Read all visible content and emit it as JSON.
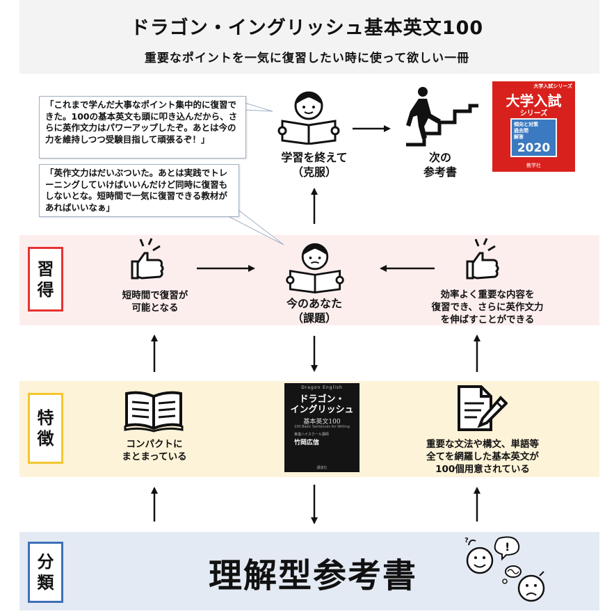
{
  "header": {
    "title": "ドラゴン・イングリッシュ基本英文100",
    "subtitle": "重要なポイントを一気に復習したい時に使って欲しい一冊"
  },
  "bubbles": {
    "top": "「これまで学んだ大事なポイント集中的に復習できた。100の基本英文も頭に叩き込んだから、さらに英作文力はパワーアップしたぞ。あとは今の力を維持しつつ受験目指して頑張るぞ！」",
    "middle": "「英作文力はだいぶついた。あとは実践でトレーニングしていけばいいんだけど同時に復習もしないとな。短時間で一気に復習できる教材があればいいなぁ」"
  },
  "top_row": {
    "goal_label": [
      "学習を終えて",
      "（克服）"
    ],
    "next_label": [
      "次の",
      "参考書"
    ],
    "red_book": {
      "series_top": "大学入試シリーズ",
      "title": "大学入試",
      "series": "シリーズ",
      "sub": [
        "傾向と対策",
        "過去問",
        "解答"
      ],
      "year": "2020",
      "publisher": "教学社"
    }
  },
  "sections": {
    "shutoku": {
      "tag": [
        "習",
        "得"
      ],
      "left": [
        "短時間で復習が",
        "可能となる"
      ],
      "center": [
        "今のあなた",
        "（課題）"
      ],
      "right": [
        "効率よく重要な内容を",
        "復習でき、さらに英作文力",
        "を伸ばすことができる"
      ]
    },
    "tokucho": {
      "tag": [
        "特",
        "徴"
      ],
      "left": [
        "コンパクトに",
        "まとまっている"
      ],
      "right": [
        "重要な文法や構文、単語等",
        "全てを網羅した基本英文が",
        "100個用意されている"
      ],
      "black_book": {
        "series": "Dragon English",
        "title": [
          "ドラゴン・",
          "イングリッシュ"
        ],
        "subtitle": "基本英文100",
        "en": "100 Basic Sentences for Writing",
        "author_note": "東進ハイスクール講師",
        "author": "竹岡広信",
        "publisher": "講談社"
      }
    },
    "bunrui": {
      "tag": [
        "分",
        "類"
      ],
      "main": "理解型参考書"
    }
  },
  "colors": {
    "shutoku_band": "#fdeeee",
    "tokucho_band": "#fdf3d8",
    "bunrui_band": "#e4eaf3",
    "tag_red": "#e63232",
    "tag_yellow": "#f3c630",
    "tag_blue": "#3e6fb8",
    "red_book": "#d8211c"
  }
}
